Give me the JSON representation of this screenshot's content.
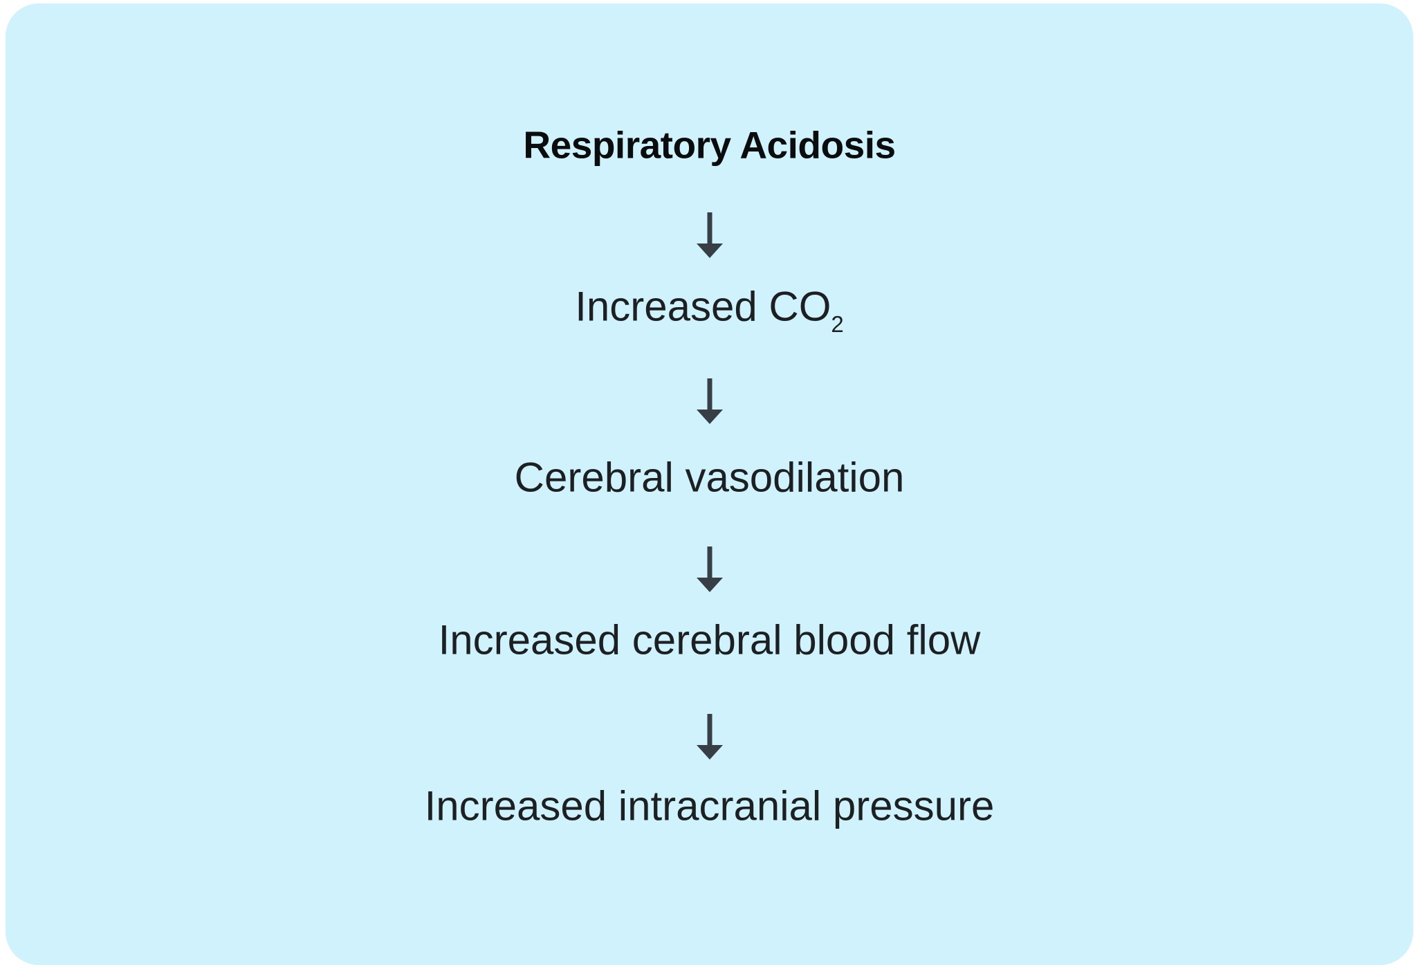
{
  "panel": {
    "background_color": "#CFF2FC",
    "arrow_color": "#383E45",
    "title_color": "#0B0C0D",
    "body_text_color": "#1D2023"
  },
  "diagram": {
    "title": "Respiratory Acidosis",
    "steps": [
      {
        "text": "Increased CO",
        "subscript": "2"
      },
      {
        "text": "Cerebral vasodilation"
      },
      {
        "text": "Increased cerebral blood flow"
      },
      {
        "text": "Increased intracranial pressure"
      }
    ]
  }
}
